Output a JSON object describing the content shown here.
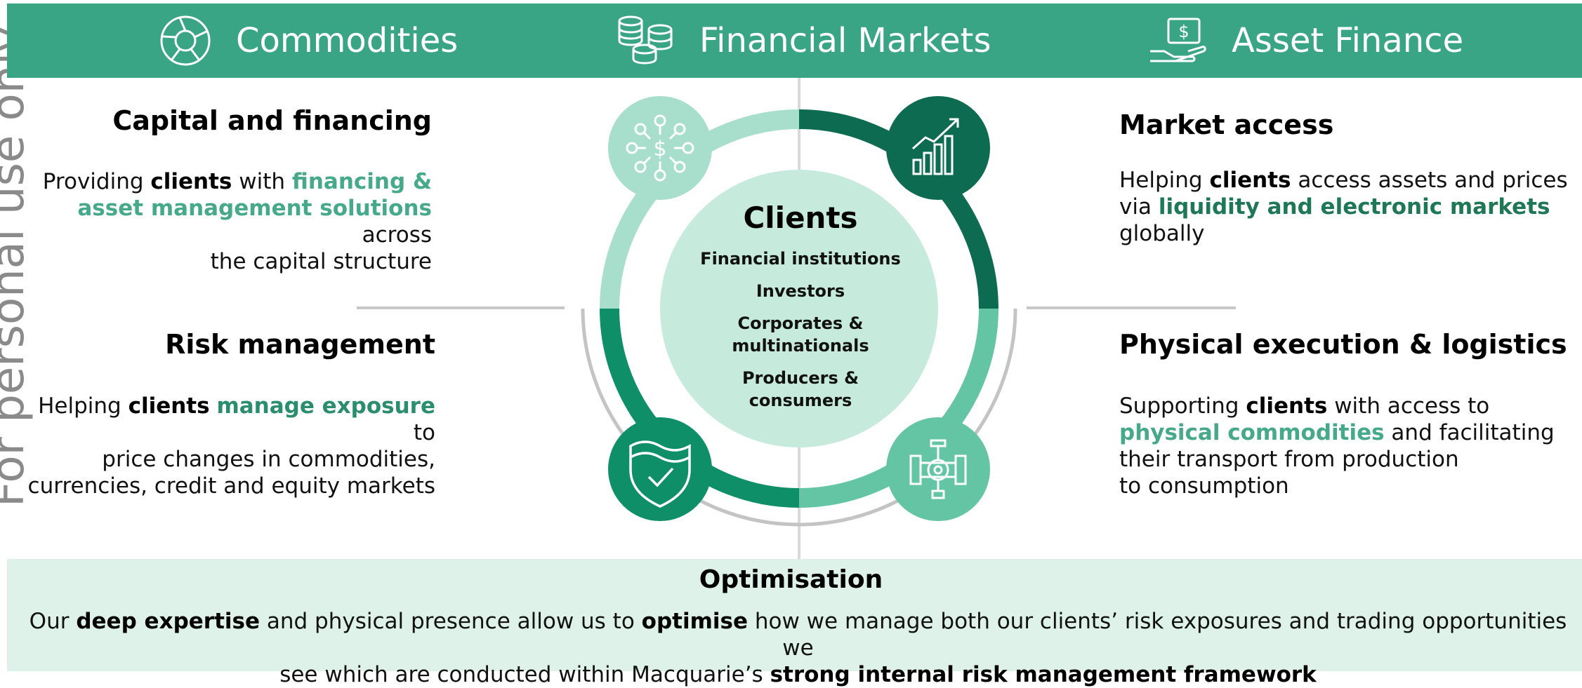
{
  "watermark": "For personal use only",
  "header": {
    "items": [
      {
        "label": "Commodities",
        "icon": "aperture-icon"
      },
      {
        "label": "Financial Markets",
        "icon": "coin-stacks-icon"
      },
      {
        "label": "Asset Finance",
        "icon": "hand-money-icon"
      }
    ]
  },
  "quadrants": {
    "capital": {
      "title": "Capital and financing",
      "t1": "Providing ",
      "b1": "clients",
      "t2": " with ",
      "g1": "financing &",
      "g2": "asset management solutions",
      "t3": " across",
      "t4": "the capital structure"
    },
    "risk": {
      "title": "Risk management",
      "t1": "Helping ",
      "b1": "clients",
      "t2": " ",
      "g1": "manage exposure",
      "t3": " to",
      "l2": "price changes in commodities,",
      "l3": "currencies, credit and equity markets"
    },
    "market": {
      "title": "Market access",
      "t1": "Helping ",
      "b1": "clients",
      "t2": " access assets and prices",
      "l2a": "via ",
      "g1": "liquidity and electronic markets",
      "l3": "globally"
    },
    "physical": {
      "title": "Physical execution & logistics",
      "t1": "Supporting ",
      "b1": "clients",
      "t2": " with access to",
      "g1": "physical commodities",
      "t3": " and facilitating",
      "l3": "their transport from production",
      "l4": "to consumption"
    }
  },
  "center": {
    "title": "Clients",
    "items": [
      "Financial institutions",
      "Investors",
      "Corporates & multinationals",
      "Producers & consumers"
    ],
    "item3_l1": "Corporates &",
    "item3_l2": "multinationals",
    "item4_l1": "Producers &",
    "item4_l2": "consumers"
  },
  "circle_icons": [
    "network-dollar-icon",
    "growth-chart-icon",
    "shield-check-icon",
    "pipe-valve-icon"
  ],
  "optimisation": {
    "title": "Optimisation",
    "t1": "Our ",
    "b1": "deep expertise",
    "t2": " and physical presence allow us to ",
    "b2": "optimise",
    "t3": " how we manage both our clients’ risk exposures and trading opportunities we",
    "t4": "see which are conducted within Macquarie’s ",
    "b3": "strong internal risk management framework"
  },
  "colors": {
    "header": "#3aa584",
    "light_ring": "#a8dfcc",
    "dark_ring": "#0c6b50",
    "mid_ring": "#0f8f68",
    "soft_ring": "#63c5a3",
    "center_fill": "#c6ebdd",
    "band": "#def2ea"
  }
}
